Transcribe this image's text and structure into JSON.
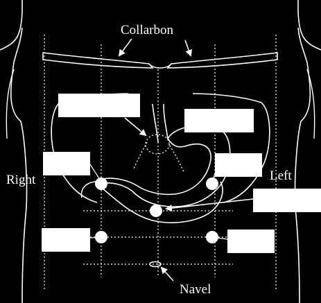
{
  "labels": {
    "collarbone": "Collarbon",
    "right": "Right",
    "left": "Left",
    "navel": "Navel"
  },
  "colors": {
    "background": "#000000",
    "line": "#ffffff",
    "label_box": "#ffffff"
  }
}
